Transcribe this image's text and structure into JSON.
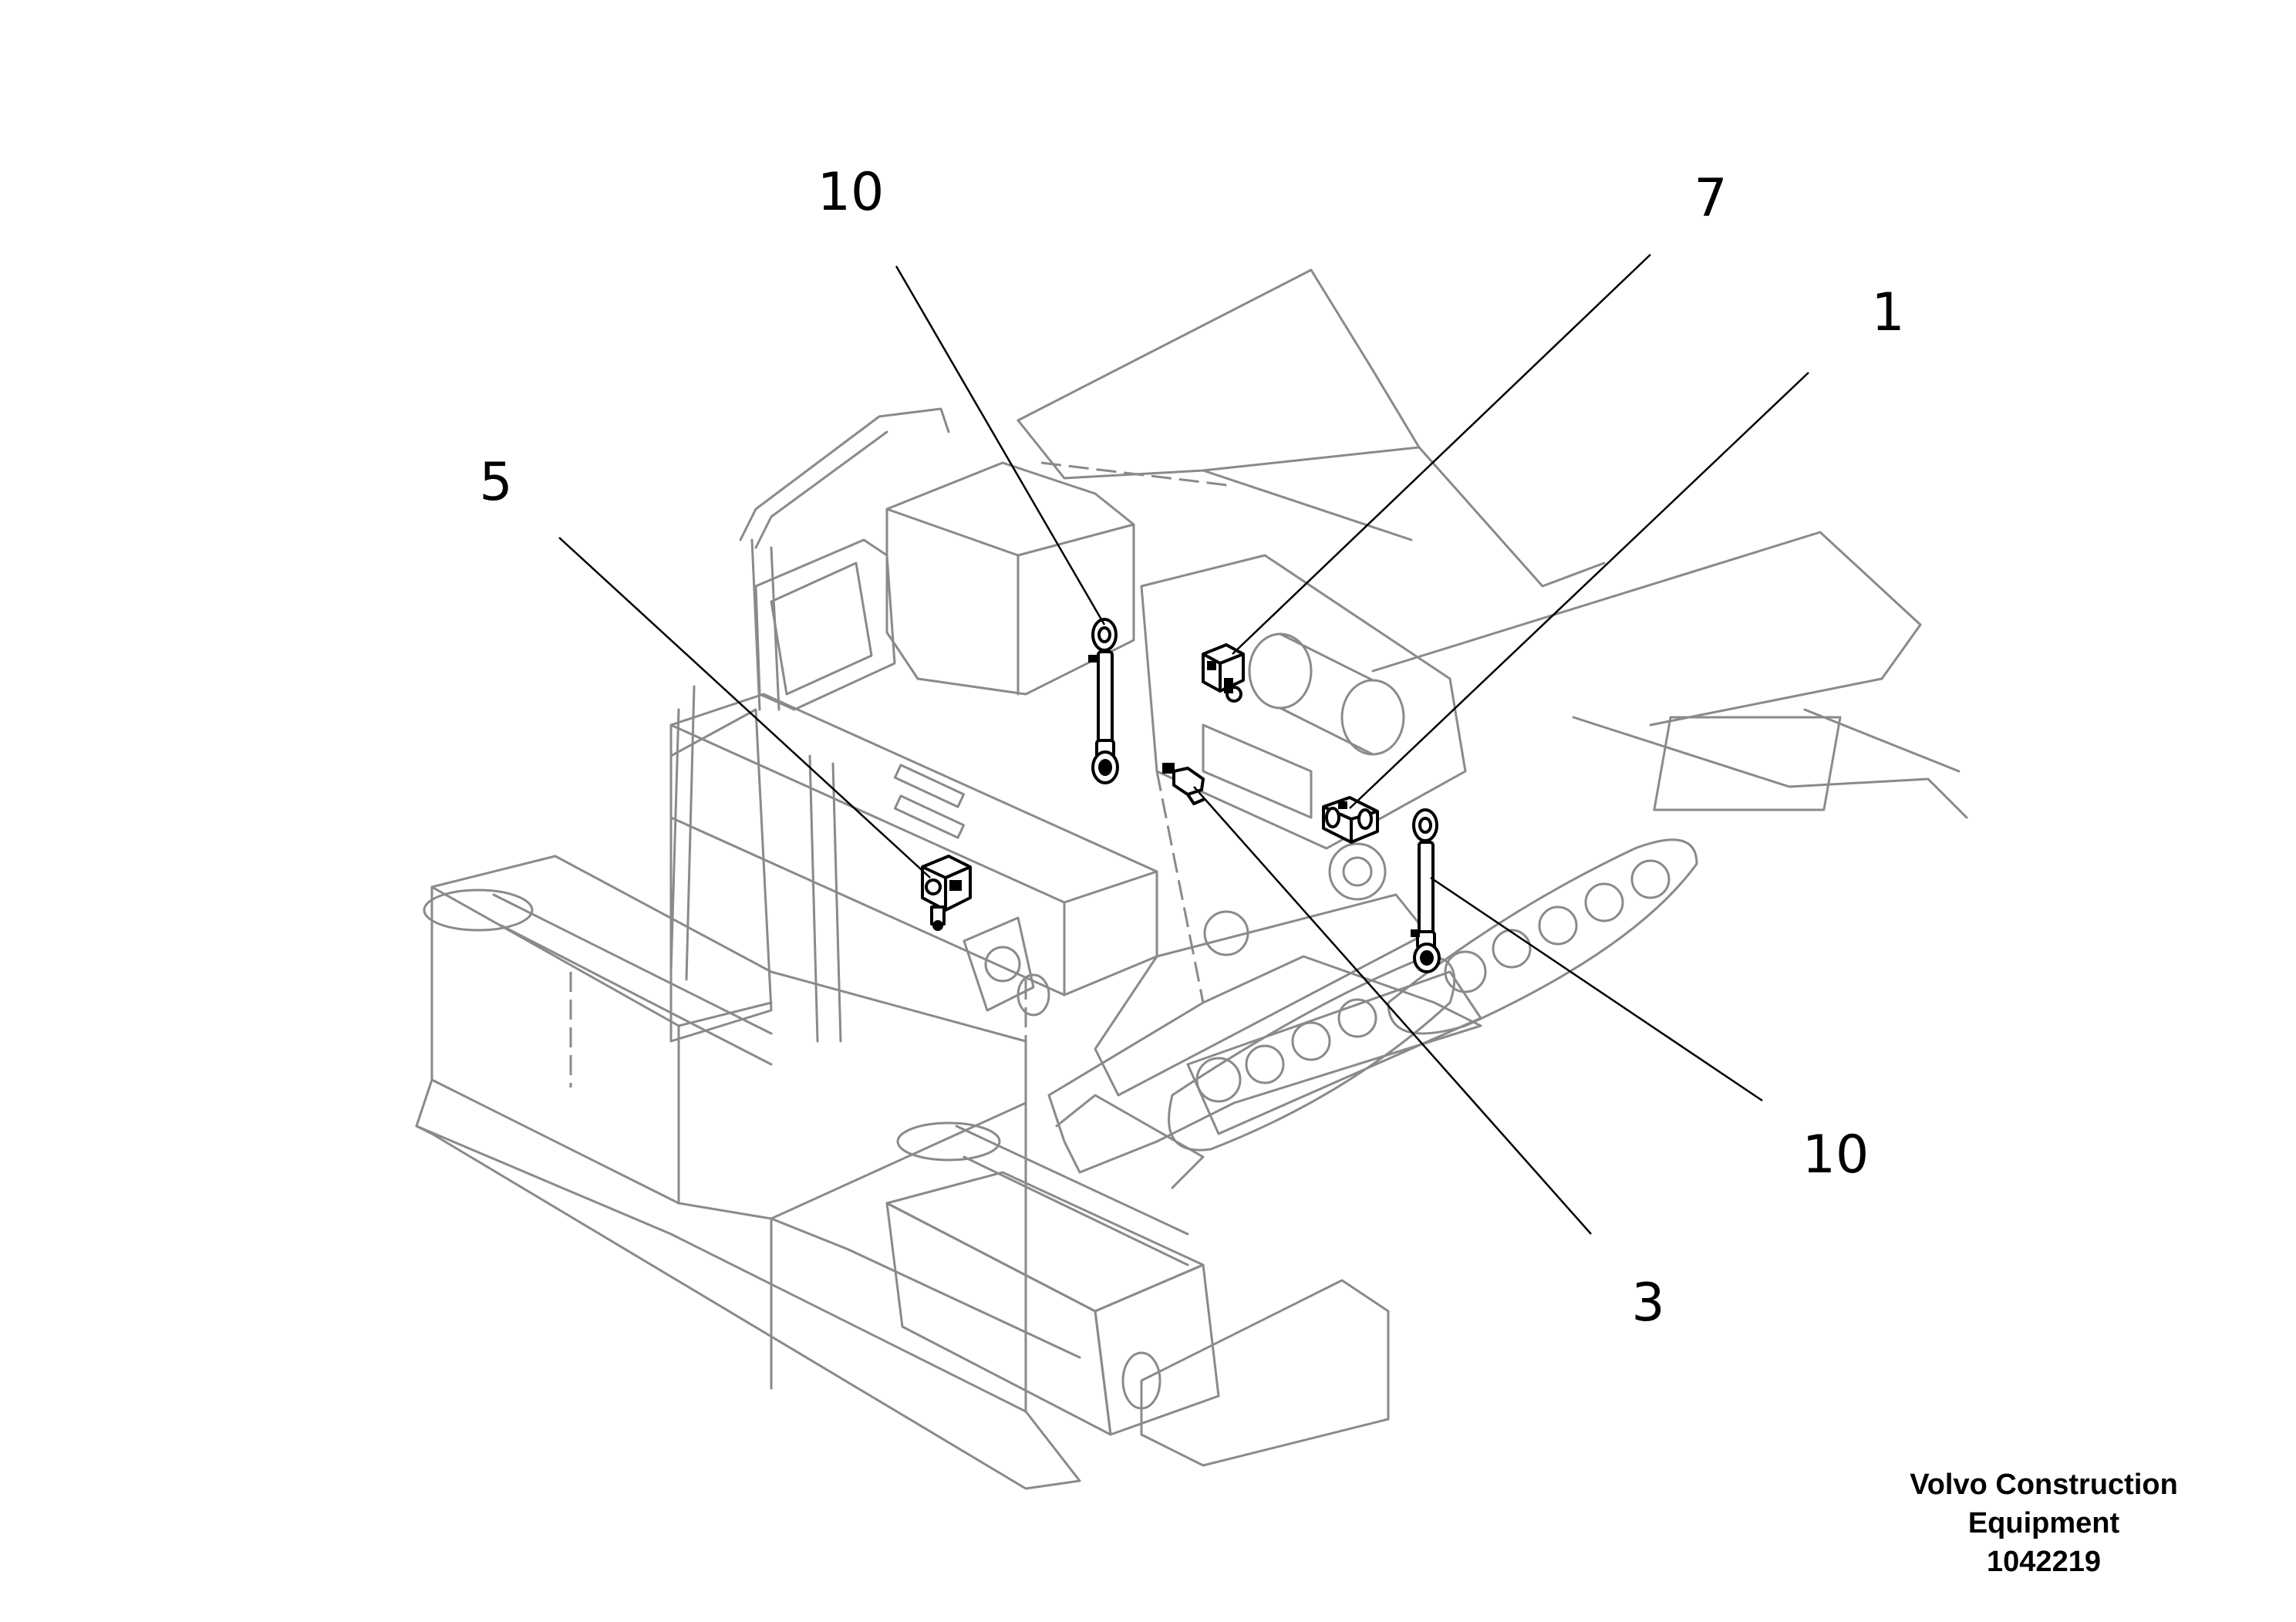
{
  "callouts": [
    {
      "id": "callout-10-top",
      "label": "10"
    },
    {
      "id": "callout-7",
      "label": "7"
    },
    {
      "id": "callout-1",
      "label": "1"
    },
    {
      "id": "callout-5",
      "label": "5"
    },
    {
      "id": "callout-10-bottom",
      "label": "10"
    },
    {
      "id": "callout-3",
      "label": "3"
    }
  ],
  "footer": {
    "line1": "Volvo Construction",
    "line2": "Equipment",
    "drawing_number": "1042219"
  },
  "colors": {
    "background": "#ffffff",
    "machine_outline": "#8a8a8a",
    "component_outline": "#000000"
  }
}
